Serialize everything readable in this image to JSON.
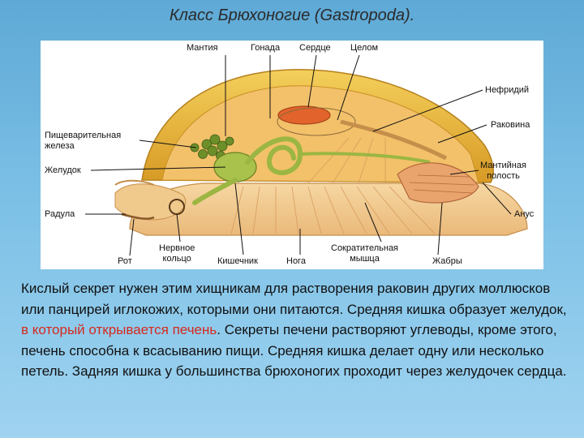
{
  "title": "Класс Брюхоногие (Gastropoda).",
  "diagram_labels": {
    "mantle": "Мантия",
    "gonad": "Гонада",
    "heart": "Сердце",
    "coelom": "Целом",
    "nephridium": "Нефридий",
    "shell": "Раковина",
    "digestive_gland": "Пищеварительная\nжелеза",
    "stomach": "Желудок",
    "mantle_cavity": "Мантийная\nполость",
    "radula": "Радула",
    "anus": "Анус",
    "mouth": "Рот",
    "nerve_ring": "Нервное\nкольцо",
    "intestine": "Кишечник",
    "foot": "Нога",
    "retractor_muscle": "Сократительная\nмышца",
    "gills": "Жабры"
  },
  "paragraph": {
    "part1": "Кислый секрет нужен этим хищникам для растворения раковин других моллюсков или панцирей иглокожих, которыми они питаются. Средняя кишка образует желудок, ",
    "highlight": "в который открывается печень",
    "part2": ". Секреты печени растворяют углеводы, кроме этого, печень способна к всасыванию пищи. Средняя кишка делает одну или несколько петель. Задняя кишка у большинства брюхоногих проходит через желудочек сердца."
  },
  "colors": {
    "shell": "#e8b33c",
    "body": "#f3c98a",
    "gut": "#9bb642",
    "heart": "#e2632b",
    "highlight": "#d42a1e"
  }
}
